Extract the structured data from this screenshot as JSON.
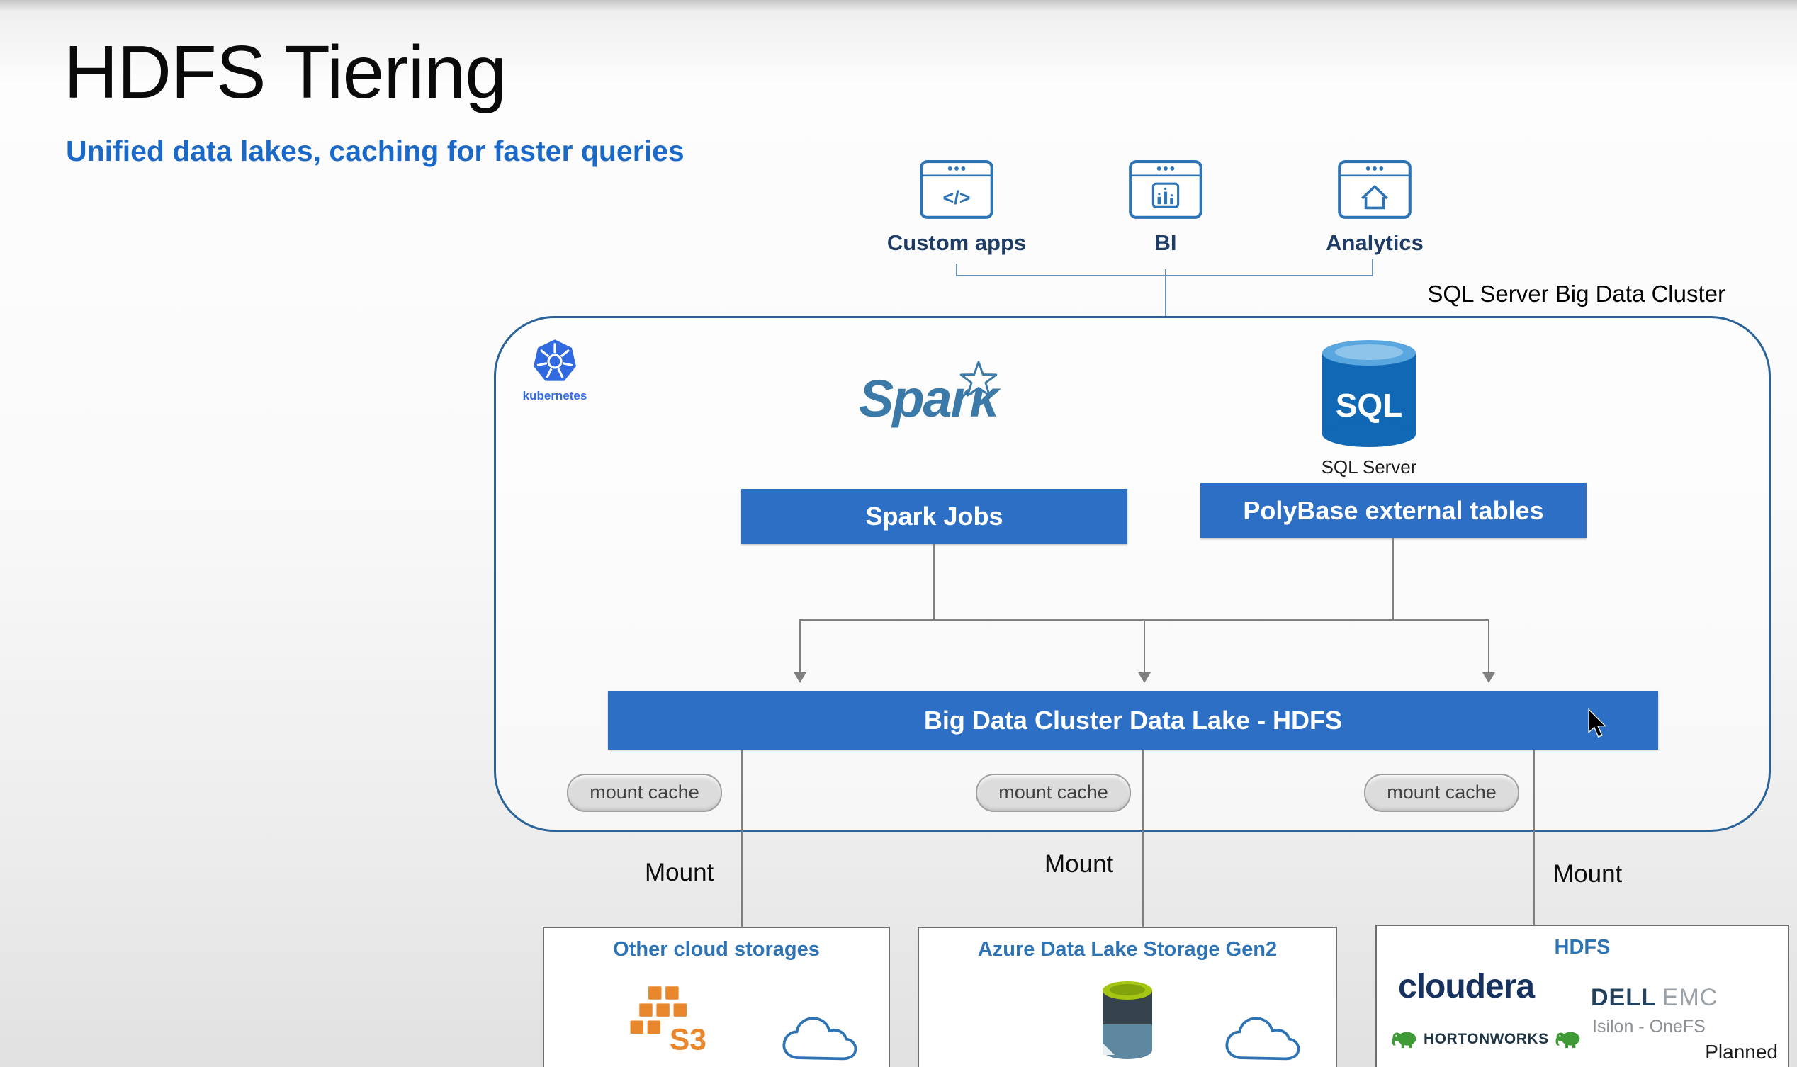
{
  "slide": {
    "title": "HDFS Tiering",
    "subtitle": "Unified data lakes, caching for faster queries",
    "cluster_label": "SQL Server Big Data Cluster"
  },
  "top_apps": [
    {
      "label": "Custom apps",
      "icon": "code-window-icon",
      "glyph": "</>"
    },
    {
      "label": "BI",
      "icon": "bar-chart-window-icon"
    },
    {
      "label": "Analytics",
      "icon": "home-window-icon"
    }
  ],
  "cluster": {
    "kubernetes_label": "kubernetes",
    "spark_wordmark": "Spark",
    "sql_badge": "SQL",
    "sql_server_label": "SQL Server",
    "spark_jobs_label": "Spark Jobs",
    "polybase_label": "PolyBase external tables",
    "hdfs_bar_label": "Big Data Cluster Data Lake - HDFS",
    "mount_caches": [
      "mount cache",
      "mount cache",
      "mount cache"
    ]
  },
  "mount_labels": [
    "Mount",
    "Mount",
    "Mount"
  ],
  "storages": [
    {
      "title": "Other cloud storages",
      "s3_label": "S3"
    },
    {
      "title": "Azure Data Lake Storage Gen2"
    },
    {
      "title": "HDFS",
      "cloudera": "cloudera",
      "hortonworks": "HORTONWORKS",
      "dell": "DELL",
      "emc": "EMC",
      "isilon": "Isilon - OneFS",
      "planned": "Planned"
    }
  ],
  "colors": {
    "accent_blue": "#2d6fc4",
    "subtitle_blue": "#1a68c8",
    "container_border": "#2a6399",
    "icon_blue": "#2e74b5",
    "kubernetes_blue": "#3069e0",
    "spark_blue": "#3b7aa8",
    "sql_cylinder_blue": "#1168b4",
    "line_gray": "#808080",
    "mount_cache_fill": "#dcdcdc",
    "s3_orange": "#e8872b",
    "adls_green": "#a4c613",
    "cloudera_navy": "#17325e",
    "hortonworks_green": "#3e9b35"
  }
}
